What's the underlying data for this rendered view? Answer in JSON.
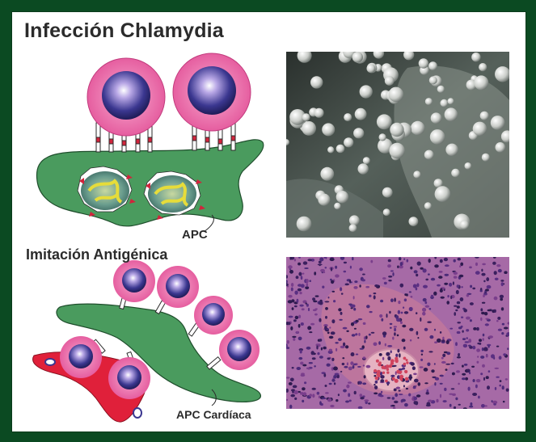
{
  "title": "Infección Chlamydia",
  "labels": {
    "apc": "APC",
    "mimicry": "Imitación Antigénica",
    "apc_cardiac": "APC Cardíaca"
  },
  "colors": {
    "frame": "#0b4a22",
    "cell_green": "#4a9b5e",
    "bacterium_pink": "#e4599c",
    "bacterium_core": "#2e2a6e",
    "cardiac_red": "#e0203a"
  }
}
